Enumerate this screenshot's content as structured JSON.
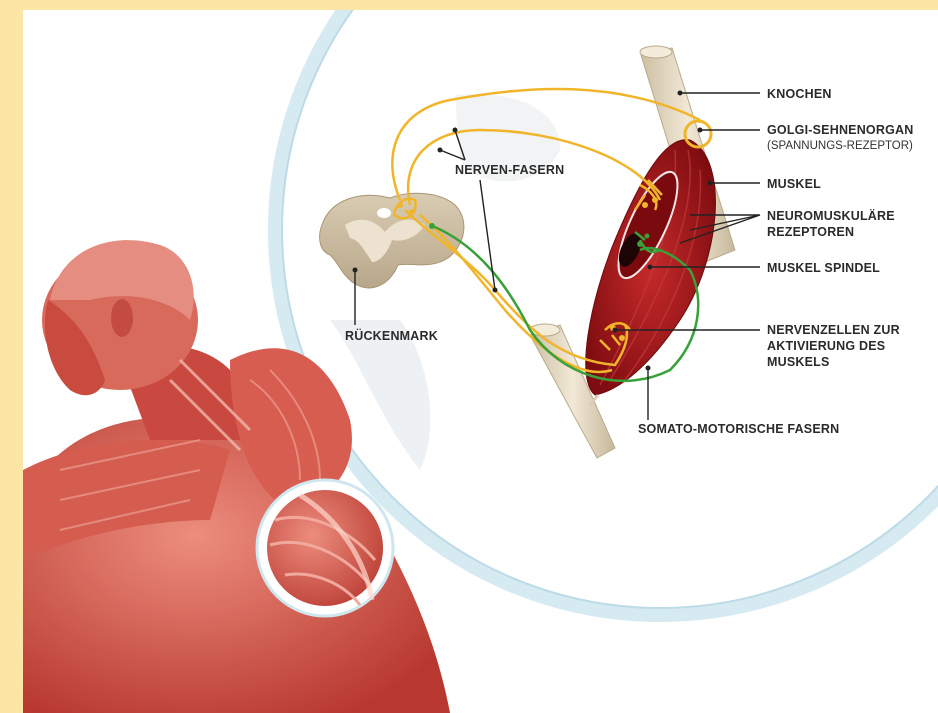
{
  "labels": {
    "knochen": "KNOCHEN",
    "golgi_title": "GOLGI-SEHNENORGAN",
    "golgi_sub": "(SPANNUNGS-REZEPTOR)",
    "muskel": "MUSKEL",
    "neuro_line1": "NEUROMUSKULÄRE",
    "neuro_line2": "REZEPTOREN",
    "spindel": "MUSKEL SPINDEL",
    "nervenzellen_line1": "NERVENZELLEN ZUR",
    "nervenzellen_line2": "AKTIVIERUNG DES",
    "nervenzellen_line3": "MUSKELS",
    "somato": "SOMATO-MOTORISCHE FASERN",
    "nervenfasern": "NERVEN-FASERN",
    "rueckenmark": "RÜCKENMARK"
  },
  "colors": {
    "page_bg": "#fbe6a6",
    "panel_bg": "#ffffff",
    "ring": "#cfe6ef",
    "sensory_fiber": "#f0b52a",
    "motor_fiber": "#3aa03a",
    "muscle": "#a3141a",
    "bone": "#e6dbc4",
    "skin_muscle": "#d8544a",
    "label_text": "#2b2b2b",
    "leader_line": "#222222"
  }
}
